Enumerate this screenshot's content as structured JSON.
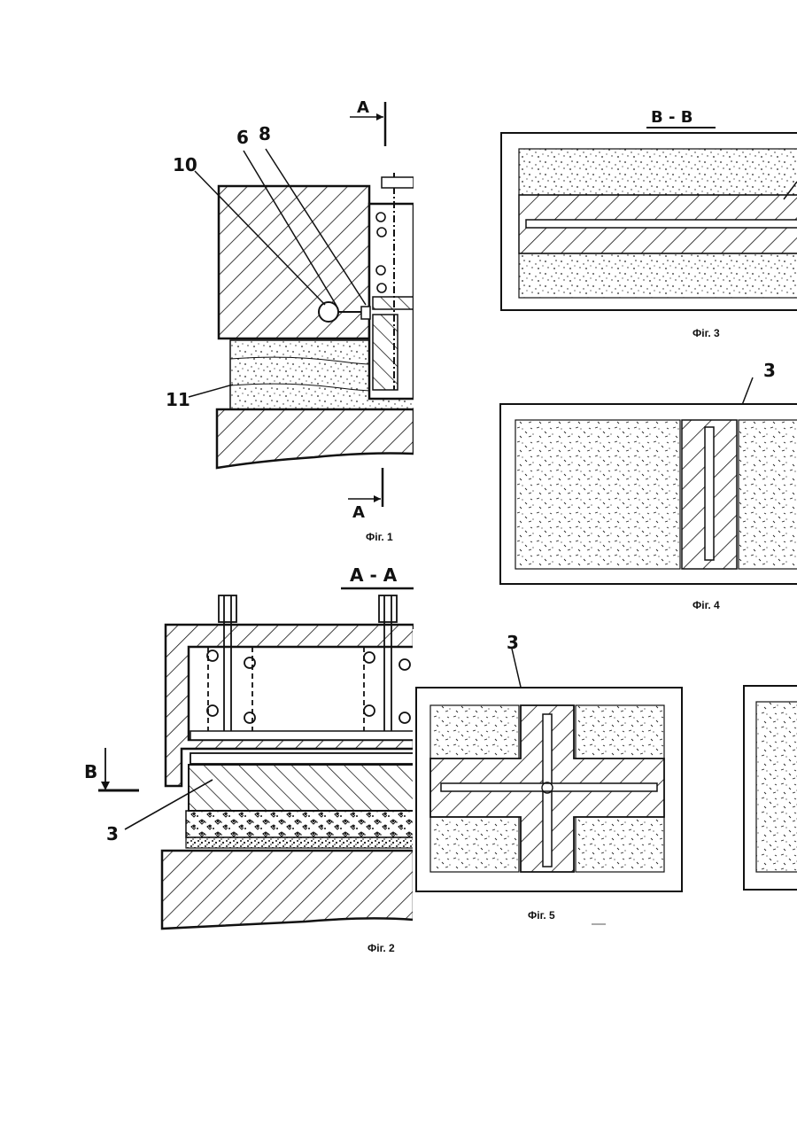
{
  "figures": {
    "fig1": {
      "caption": "Фіг. 1",
      "labels": {
        "p10": "10",
        "p6": "6",
        "p8": "8",
        "p11": "11",
        "sect_top": "A",
        "sect_bottom": "A"
      }
    },
    "fig2": {
      "caption": "Фіг. 2",
      "title": "A - A",
      "labels": {
        "p3": "3",
        "sect_b": "B"
      }
    },
    "fig3": {
      "caption": "Фіг. 3",
      "title": "B - B"
    },
    "fig4": {
      "caption": "Фіг. 4",
      "labels": {
        "p3": "3"
      }
    },
    "fig5": {
      "caption": "Фіг. 5",
      "labels": {
        "p3": "3"
      }
    }
  },
  "colors": {
    "ink": "#111111",
    "paper": "#ffffff"
  }
}
